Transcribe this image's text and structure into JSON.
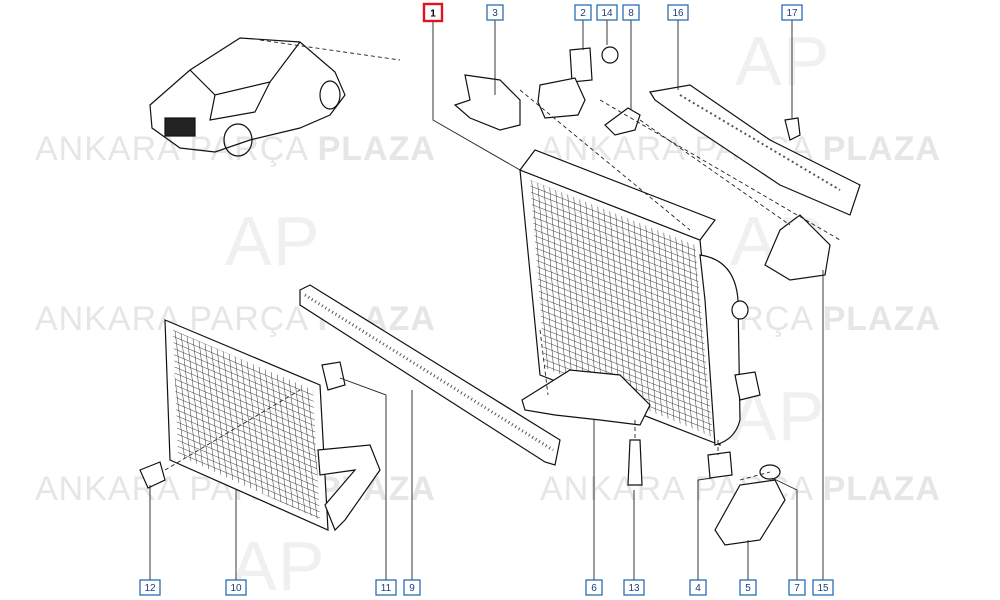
{
  "watermark": {
    "word1": "ANKARA",
    "word2": "PARÇA",
    "word3": "PLAZA",
    "logo_glyph": "AP",
    "color": "#e6e6e6"
  },
  "callouts": {
    "c1": "1",
    "c2": "2",
    "c3": "3",
    "c4": "4",
    "c5": "5",
    "c6": "6",
    "c7": "7",
    "c8": "8",
    "c9": "9",
    "c10": "10",
    "c11": "11",
    "c12": "12",
    "c13": "13",
    "c14": "14",
    "c15": "15",
    "c16": "16",
    "c17": "17"
  },
  "selected_callout": "1",
  "colors": {
    "callout_border": "#2a6db5",
    "selected_border": "#e0141e",
    "line_art": "#111111"
  },
  "icons": {
    "logo": "ap-logo-icon",
    "car": "car-icon"
  }
}
